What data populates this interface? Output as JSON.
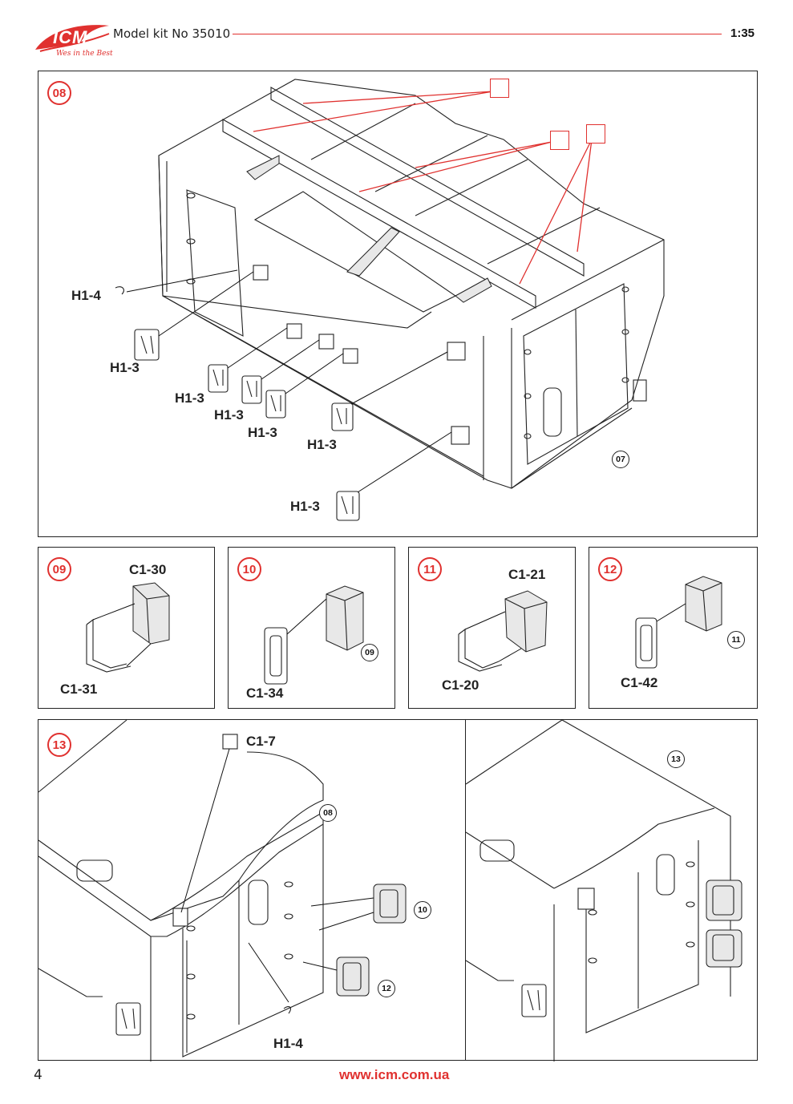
{
  "header": {
    "brand": "ICM",
    "tagline": "Wes in the Best",
    "title": "Model kit No 35010",
    "scale": "1:35"
  },
  "steps": {
    "s08": {
      "number": "08",
      "ref": "07",
      "labels": {
        "h14": "H1-4",
        "h13a": "H1-3",
        "h13b": "H1-3",
        "h13c": "H1-3",
        "h13d": "H1-3",
        "h13e": "H1-3",
        "h13f": "H1-3"
      }
    },
    "s09": {
      "number": "09",
      "labels": {
        "c130": "C1-30",
        "c131": "C1-31"
      }
    },
    "s10": {
      "number": "10",
      "ref": "09",
      "labels": {
        "c134": "C1-34"
      }
    },
    "s11": {
      "number": "11",
      "labels": {
        "c121": "C1-21",
        "c120": "C1-20"
      }
    },
    "s12": {
      "number": "12",
      "ref": "11",
      "labels": {
        "c142": "C1-42"
      }
    },
    "s13": {
      "number": "13",
      "ref08": "08",
      "ref10": "10",
      "ref12": "12",
      "refResult": "13",
      "labels": {
        "c17": "C1-7",
        "h14": "H1-4"
      }
    }
  },
  "footer": {
    "page_number": "4",
    "url": "www.icm.com.ua"
  },
  "colors": {
    "accent": "#e0312f",
    "line": "#222222"
  },
  "icons": [
    "icm-logo-icon",
    "glue-icon"
  ]
}
